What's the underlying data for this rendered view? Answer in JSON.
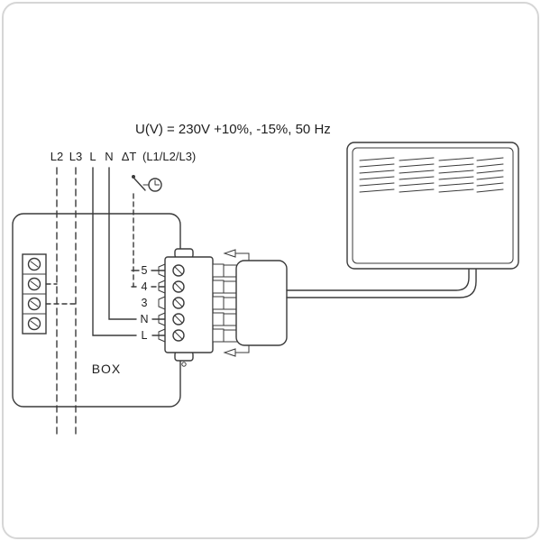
{
  "diagram": {
    "spec_text": "U(V) = 230V +10%, -15%, 50 Hz",
    "wire_labels": {
      "l2": "L2",
      "l3": "L3",
      "l": "L",
      "n": "N",
      "dt": "ΔT",
      "alt": "(L1/L2/L3)"
    },
    "terminals": [
      "5",
      "4",
      "3",
      "N",
      "L"
    ],
    "box_label": "BOX",
    "colors": {
      "line": "#3a3a3a",
      "text": "#1f1f1f",
      "frame": "#d6d6d6",
      "background": "#ffffff"
    }
  }
}
